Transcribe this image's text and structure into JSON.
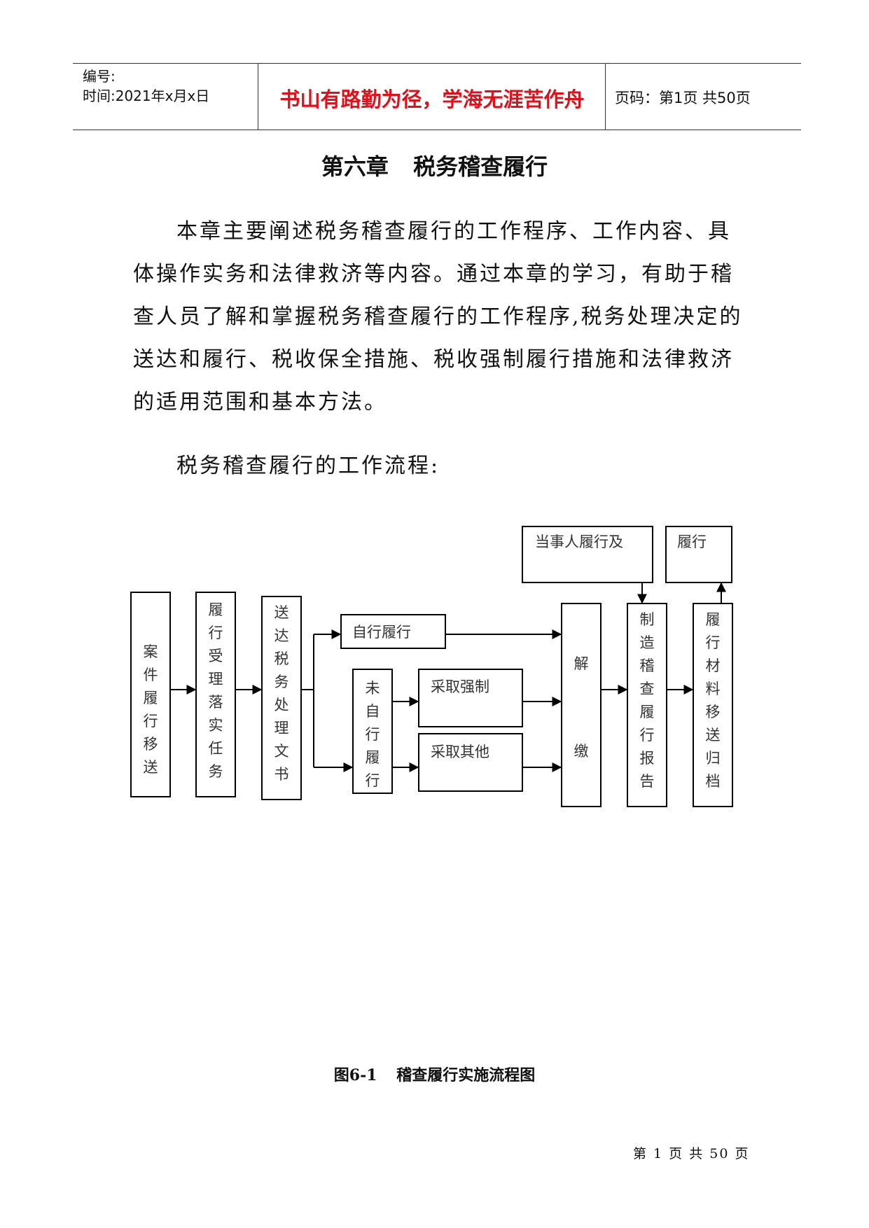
{
  "header": {
    "serial_label": "编号:",
    "time_label": "时间:2021年x月x日",
    "motto": "书山有路勤为径，学海无涯苦作舟",
    "page_info": "页码：第1页  共50页"
  },
  "chapter": {
    "number": "第六章",
    "title": "税务稽查履行"
  },
  "intro_paragraph": "本章主要阐述税务稽查履行的工作程序、工作内容、具体操作实务和法律救济等内容。通过本章的学习，有助于稽查人员了解和掌握税务稽查履行的工作程序,税务处理决定的送达和履行、税收保全措施、税收强制履行措施和法律救济的适用范围和基本方法。",
  "flow_intro": "税务稽查履行的工作流程:",
  "flowchart": {
    "case_transfer": "案件履行移送",
    "accept_task": "履行受理落实任务",
    "serve_docs": "送达税务处理文书",
    "self_perform": "自行履行",
    "not_self_perform": "未自行履行",
    "take_forced": "采取强制",
    "take_other": "采取其他",
    "pay": [
      "解",
      "缴"
    ],
    "make_report": "制造稽查履行报告",
    "archive": "履行材料移送归档",
    "party_perform": "当事人履行及",
    "perform": "履行"
  },
  "figure_caption": {
    "label": "图6-1",
    "title": "稽查履行实施流程图"
  },
  "footer": "第 1 页 共 50 页"
}
